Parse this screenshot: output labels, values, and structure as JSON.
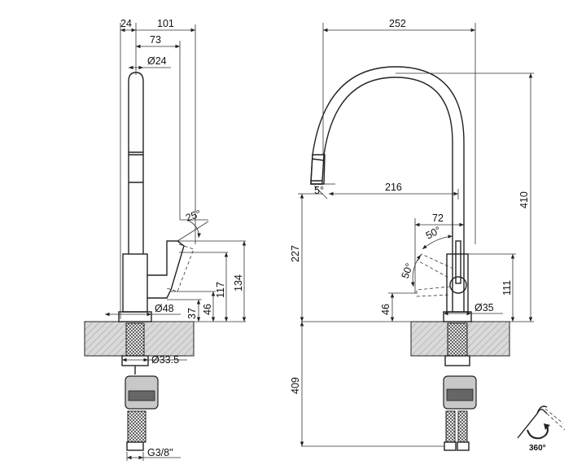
{
  "side_view": {
    "dims": {
      "d24": "24",
      "d101": "101",
      "d73": "73",
      "dia24": "Ø24",
      "angle25": "25°",
      "d117": "117",
      "d134": "134",
      "dia48": "Ø48",
      "d37": "37",
      "d46": "46",
      "dia33_5": "Ø33.5",
      "thread": "G3/8\""
    }
  },
  "front_view": {
    "dims": {
      "d252": "252",
      "d410": "410",
      "angle5": "5°",
      "d216": "216",
      "d227": "227",
      "d72": "72",
      "angle50a": "50°",
      "angle50b": "50°",
      "d111": "111",
      "d46": "46",
      "dia35": "Ø35",
      "d409": "409"
    }
  },
  "rotation_icon": {
    "label": "360°"
  }
}
